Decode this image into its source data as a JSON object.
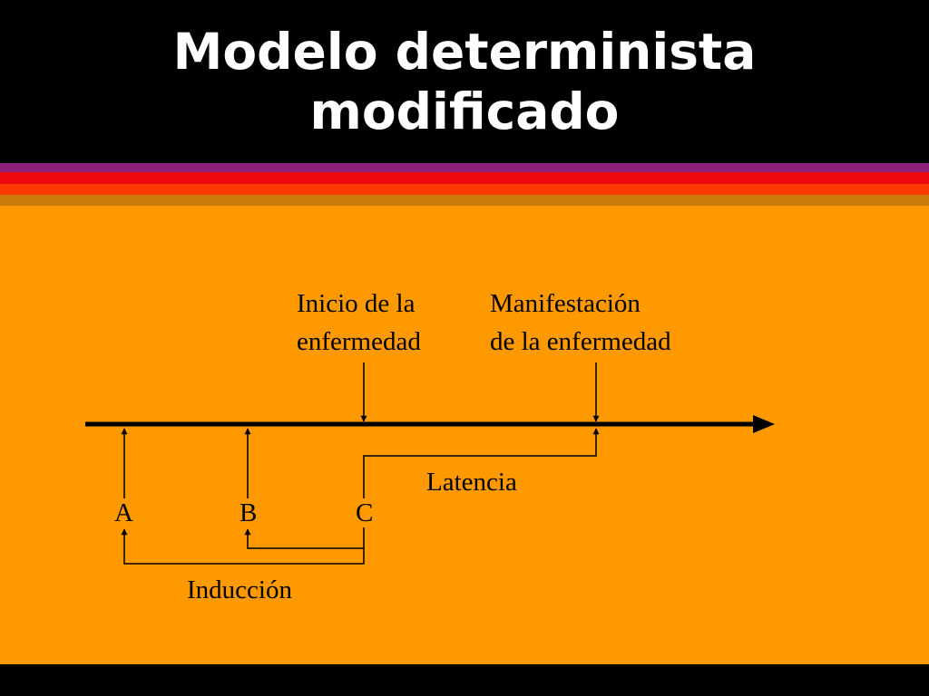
{
  "slide": {
    "title_line1": "Modelo determinista",
    "title_line2": "modificado"
  },
  "diagram": {
    "onset_label_line1": "Inicio de la",
    "onset_label_line2": "enfermedad",
    "manifest_label_line1": "Manifestación",
    "manifest_label_line2": "de la enfermedad",
    "latency_label": "Latencia",
    "induction_label": "Inducción",
    "point_a": "A",
    "point_b": "B",
    "point_c": "C"
  },
  "colors": {
    "background": "#000000",
    "content": "#ff9900",
    "stripe_purple": "#8e1f7a",
    "stripe_red": "#ee0a0e",
    "stripe_orange_red": "#ff3a00",
    "stripe_amber": "#c97a08",
    "title_text": "#ffffff",
    "diagram_ink": "#000000"
  }
}
